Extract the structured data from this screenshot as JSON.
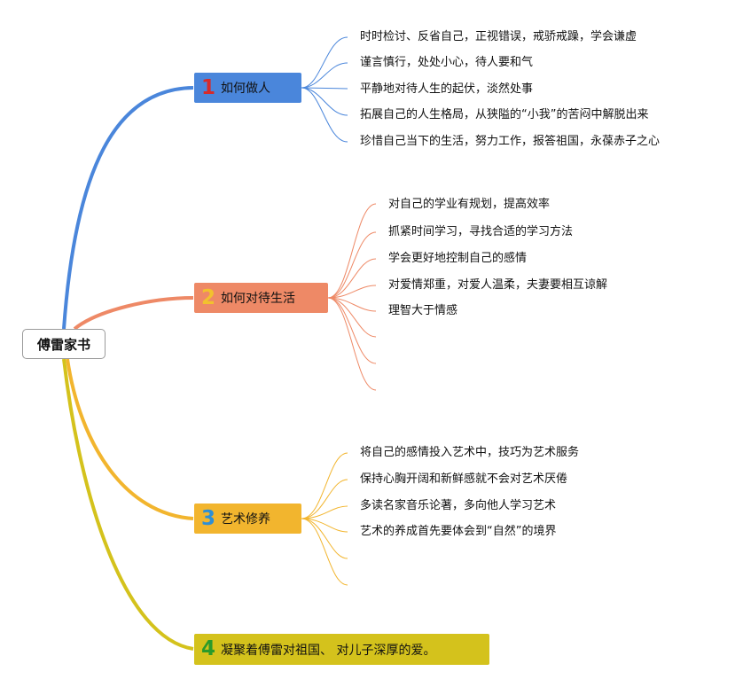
{
  "root": {
    "label": "傅雷家书"
  },
  "branches": [
    {
      "number": "1",
      "label": "如何做人",
      "color": "#4a86db",
      "number_color": "#d62b2b",
      "items": [
        "时时检讨、反省自己，正视错误，戒骄戒躁，学会谦虚",
        "谨言慎行，处处小心，待人要和气",
        "平静地对待人生的起伏，淡然处事",
        "拓展自己的人生格局，从狭隘的“小我”的苦闷中解脱出来",
        "珍惜自己当下的生活，努力工作，报答祖国，永葆赤子之心"
      ]
    },
    {
      "number": "2",
      "label": "如何对待生活",
      "color": "#ee8966",
      "number_color": "#f2c12e",
      "items": [
        "对自己的学业有规划，提高效率",
        "抓紧时间学习，寻找合适的学习方法",
        "学会更好地控制自己的感情",
        "对爱情郑重，对爱人温柔，夫妻要相互谅解",
        "理智大于情感",
        "",
        "",
        ""
      ]
    },
    {
      "number": "3",
      "label": "艺术修养",
      "color": "#f2b52e",
      "number_color": "#2e8fd6",
      "items": [
        "将自己的感情投入艺术中，技巧为艺术服务",
        "保持心胸开阔和新鲜感就不会对艺术厌倦",
        "多读名家音乐论著，多向他人学习艺术",
        "艺术的养成首先要体会到“自然”的境界",
        "",
        ""
      ]
    },
    {
      "number": "4",
      "label": "凝聚着傅雷对祖国、 对儿子深厚的爱。",
      "color": "#d4c21c",
      "number_color": "#2a9a2a",
      "items": []
    }
  ]
}
